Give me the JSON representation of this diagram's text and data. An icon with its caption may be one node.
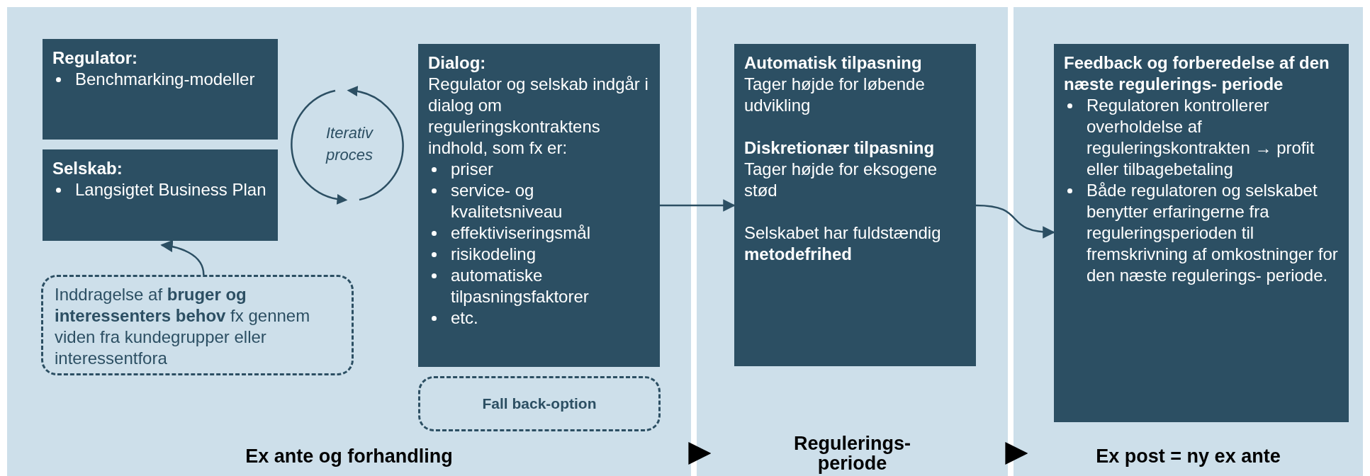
{
  "diagram": {
    "nodes": [
      {
        "text": [
          "Ex ante og forhandling"
        ]
      },
      {
        "text": [
          "Regulator:",
          "Benchmarking-modeller"
        ],
        "in": 0
      },
      {
        "text": [
          "Selskab:",
          "Langsigtet Business Plan"
        ],
        "in": 0
      },
      {
        "text": [
          "Inddragelse af **bruger og interessenters behov** fx gennem viden fra kundegrupper eller interessentfora"
        ],
        "in": 0
      },
      {
        "text": [
          "Dialog:",
          "Regulator og selskab indgår i dialog om reguleringskontraktens indhold, som fx er:",
          "priser",
          "service- og kvalitetsniveau",
          "effektiviseringsmål",
          "risikodeling",
          "automatiske tilpasningsfaktorer",
          "etc."
        ],
        "in": 0
      },
      {
        "text": [
          "Fall back-option"
        ],
        "in": 0
      },
      {
        "text": [
          "Regulerings- periode"
        ]
      },
      {
        "text": [
          "Automatisk tilpasning",
          "Tager højde for løbende udvikling",
          "Diskretionær tilpasning",
          "Tager højde for eksogene stød",
          "Selskabet har fuldstændig **metodefrihed**"
        ],
        "in": 6
      },
      {
        "text": [
          "Ex post = ny ex ante"
        ]
      },
      {
        "text": [
          "Feedback og forberedelse af den næste regulerings- periode",
          "Regulatoren kontrollerer overholdelse af reguleringskontrakten → profit eller tilbagebetaling",
          "Både regulatoren og selskabet benytter erfaringerne fra reguleringsperioden til fremskrivning af omkostninger for den næste regulerings- periode."
        ],
        "in": 8
      }
    ],
    "edges": [
      {
        "from": 3,
        "to": 2,
        "arrow": "to"
      },
      {
        "from": 4,
        "to": 7,
        "arrow": "to"
      },
      {
        "from": 7,
        "to": 9,
        "arrow": "to"
      },
      {
        "from": 0,
        "to": 6,
        "arrow": "to",
        "color": "#000000"
      },
      {
        "from": 6,
        "to": 8,
        "arrow": "to",
        "color": "#000000"
      }
    ],
    "labels": [
      "Iterativ proces"
    ]
  }
}
